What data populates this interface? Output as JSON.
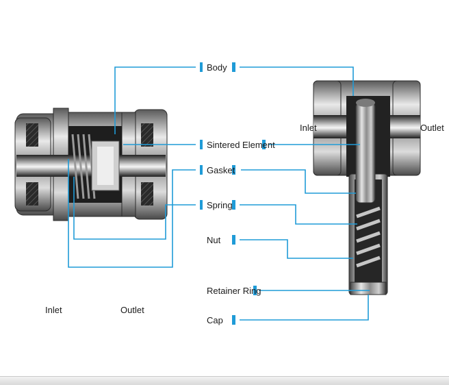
{
  "labels": {
    "body": "Body",
    "sintered_element": "Sintered Element",
    "gasket": "Gasket",
    "spring": "Spring",
    "nut": "Nut",
    "retainer_ring": "Retainer Ring",
    "cap": "Cap"
  },
  "left_view": {
    "inlet": "Inlet",
    "outlet": "Outlet"
  },
  "right_view": {
    "inlet": "Inlet",
    "outlet": "Outlet"
  },
  "colors": {
    "accent": "#1f9bd7",
    "metal_dark": "#3a3a3a",
    "metal_light": "#d8d8d8"
  }
}
